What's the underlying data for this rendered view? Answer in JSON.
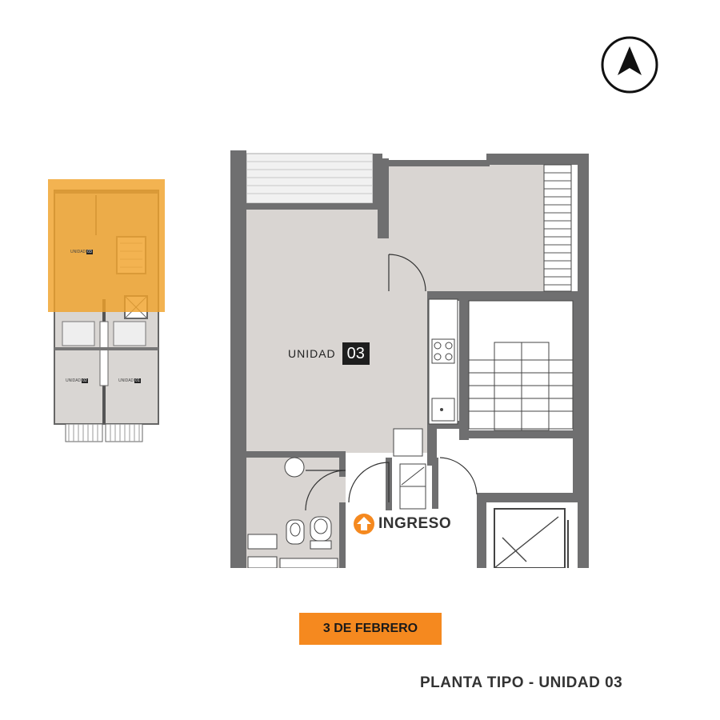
{
  "north_arrow": {
    "icon": "north-arrow-icon"
  },
  "main_plan": {
    "unit_word": "UNIDAD",
    "unit_number": "03",
    "entrance_label": "INGRESO",
    "entrance_icon": "up-arrow-icon",
    "accent_color": "#f5891f"
  },
  "key_plan": {
    "highlight_color": "#f0a22b",
    "units": [
      {
        "word": "UNIDAD",
        "number": "03"
      },
      {
        "word": "UNIDAD",
        "number": "02"
      },
      {
        "word": "UNIDAD",
        "number": "01"
      }
    ]
  },
  "street_badge": {
    "label": "3 DE FEBRERO",
    "color": "#f5891f"
  },
  "caption": "PLANTA TIPO - UNIDAD 03"
}
